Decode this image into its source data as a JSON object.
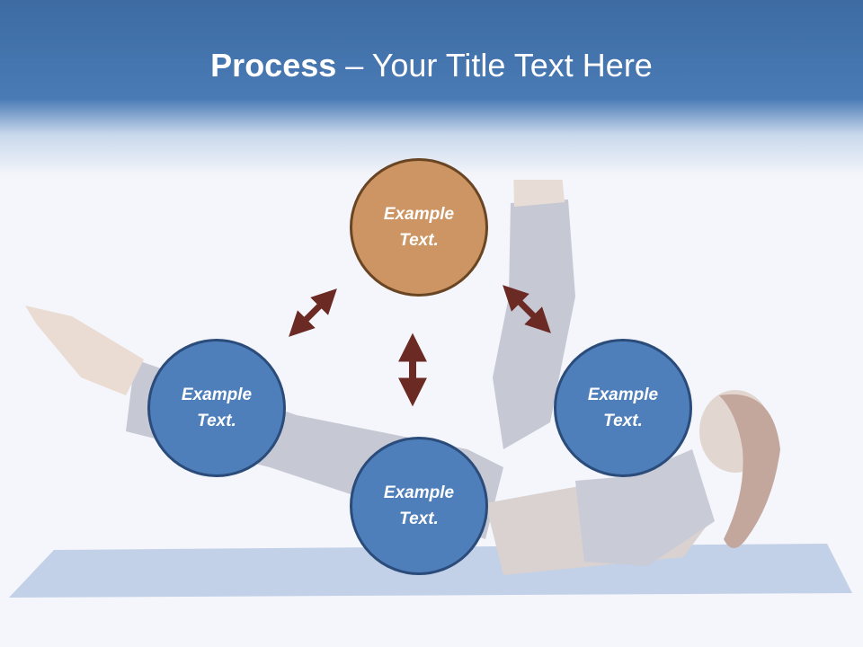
{
  "slide": {
    "title_bold": "Process",
    "title_rest": " – Your Title Text Here"
  },
  "circles": {
    "top": {
      "line1": "Example",
      "line2": "Text."
    },
    "left": {
      "line1": "Example",
      "line2": "Text."
    },
    "right": {
      "line1": "Example",
      "line2": "Text."
    },
    "bottom": {
      "line1": "Example",
      "line2": "Text."
    }
  },
  "colors": {
    "header_blue": "#4a7bb5",
    "circle_blue": "#4f7fba",
    "circle_orange": "#cc9563",
    "arrow_maroon": "#6b2a24"
  },
  "icons": {
    "arrow": "double-headed-arrow"
  }
}
